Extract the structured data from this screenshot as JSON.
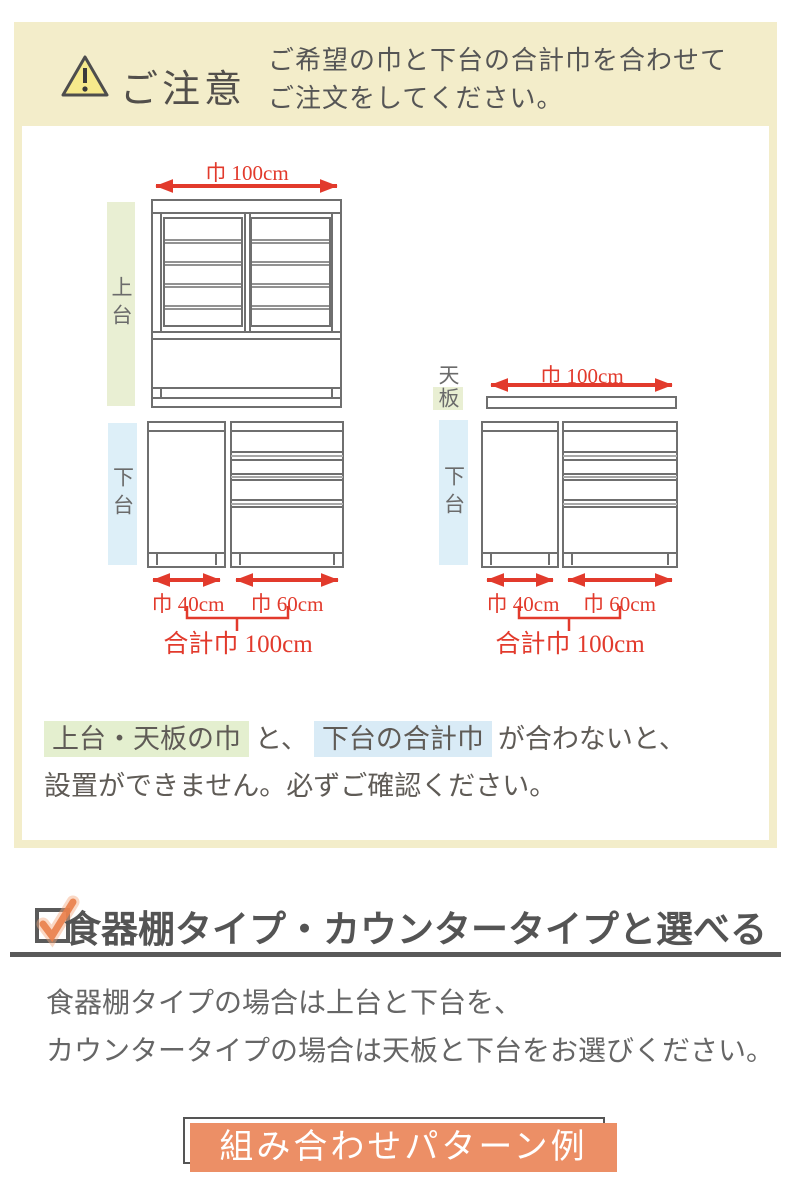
{
  "notice": {
    "icon": "warning-triangle-icon",
    "title": "ご注意",
    "message_line1": "ご希望の巾と下台の合計巾を合わせて",
    "message_line2": "ご注文をしてください。"
  },
  "diagram": {
    "left": {
      "upper_label": "上台",
      "lower_label": "下台",
      "top_width": "巾 100cm",
      "width_40": "巾 40cm",
      "width_60": "巾 60cm",
      "total_width": "合計巾 100cm"
    },
    "right": {
      "top_board_label": "天板",
      "lower_label": "下台",
      "top_width": "巾 100cm",
      "width_40": "巾 40cm",
      "width_60": "巾 60cm",
      "total_width": "合計巾 100cm"
    }
  },
  "notice_footer": {
    "highlight_green": "上台・天板の巾",
    "connector": "と、",
    "highlight_blue": "下台の合計巾",
    "tail": "が合わないと、",
    "line2": "設置ができません。必ずご確認ください。"
  },
  "section": {
    "checkbox_icon": "checkbox-checked-icon",
    "heading": "食器棚タイプ・カウンタータイプと選べる",
    "body_line1": "食器棚タイプの場合は上台と下台を、",
    "body_line2": "カウンタータイプの場合は天板と下台をお選びください。",
    "banner_label": "組み合わせパターン例"
  },
  "colors": {
    "cream": "#f3edca",
    "band_green": "#e9efd3",
    "band_blue": "#ddeff8",
    "highlight_green": "#e4efcf",
    "highlight_blue": "#d9ebf6",
    "dimension_red": "#e23a2c",
    "banner_orange": "#ec8f66",
    "check_orange": "#e97f4a",
    "rule_gray": "#595959",
    "cabinet_line_gray": "#6f6f6f"
  }
}
